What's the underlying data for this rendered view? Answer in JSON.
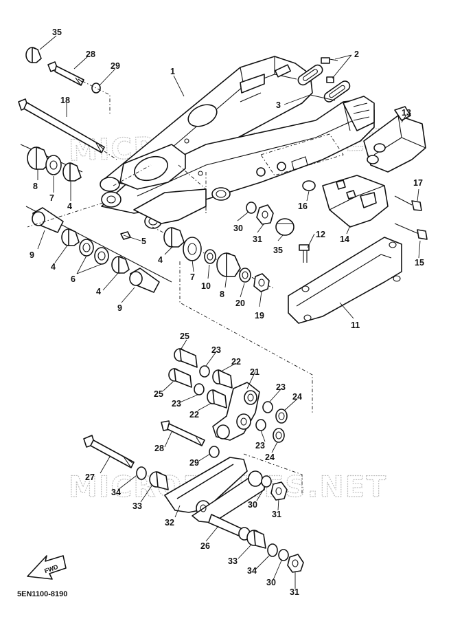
{
  "watermark": "MICROFICHES.NET",
  "diagram_code": "5EN1100-8190",
  "direction_label": "FWD",
  "callouts": [
    {
      "num": "1"
    },
    {
      "num": "2"
    },
    {
      "num": "3"
    },
    {
      "num": "4"
    },
    {
      "num": "5"
    },
    {
      "num": "6"
    },
    {
      "num": "7"
    },
    {
      "num": "8"
    },
    {
      "num": "9"
    },
    {
      "num": "10"
    },
    {
      "num": "11"
    },
    {
      "num": "12"
    },
    {
      "num": "13"
    },
    {
      "num": "14"
    },
    {
      "num": "15"
    },
    {
      "num": "16"
    },
    {
      "num": "17"
    },
    {
      "num": "18"
    },
    {
      "num": "19"
    },
    {
      "num": "20"
    },
    {
      "num": "21"
    },
    {
      "num": "22"
    },
    {
      "num": "23"
    },
    {
      "num": "24"
    },
    {
      "num": "25"
    },
    {
      "num": "26"
    },
    {
      "num": "27"
    },
    {
      "num": "28"
    },
    {
      "num": "29"
    },
    {
      "num": "30"
    },
    {
      "num": "31"
    },
    {
      "num": "32"
    },
    {
      "num": "33"
    },
    {
      "num": "34"
    },
    {
      "num": "35"
    }
  ]
}
